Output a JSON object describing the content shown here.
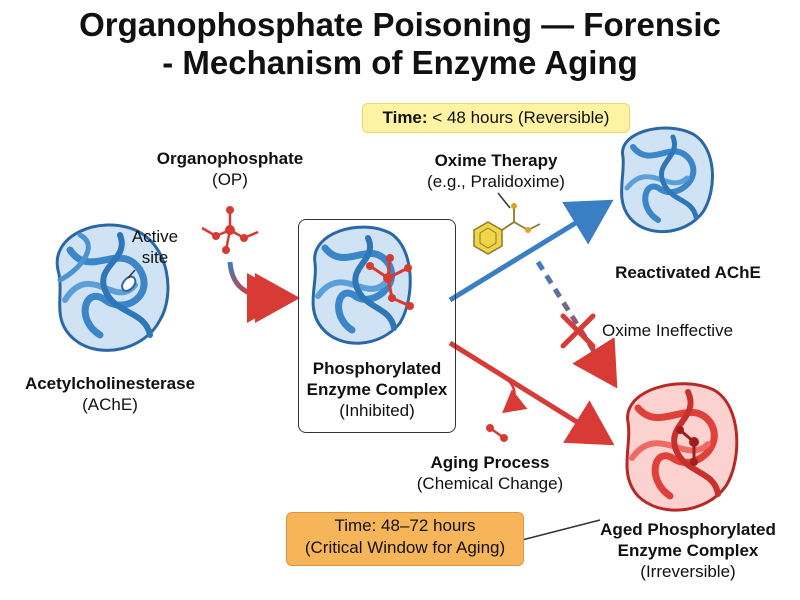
{
  "title": {
    "line1": "Organophosphate Poisoning — Forensic",
    "line2": "- Mechanism of Enzyme Aging"
  },
  "time_reversible": {
    "label": "Time:",
    "value": "< 48 hours (Reversible)"
  },
  "organophosphate": {
    "name": "Organophosphate",
    "abbr": "(OP)"
  },
  "active_site": {
    "line1": "Active",
    "line2": "site"
  },
  "oxime_therapy": {
    "name": "Oxime Therapy",
    "example": "(e.g., Pralidoxime)"
  },
  "reactivated": {
    "label": "Reactivated AChE"
  },
  "oxime_ineffective": {
    "label": "Oxime Ineffective"
  },
  "ache": {
    "name": "Acetylcholinesterase",
    "abbr": "(AChE)"
  },
  "complex": {
    "line1": "Phosphorylated",
    "line2": "Enzyme Complex",
    "state": "(Inhibited)"
  },
  "aging": {
    "name": "Aging Process",
    "desc": "(Chemical Change)"
  },
  "time_aging": {
    "line1": "Time: 48–72 hours",
    "line2": "(Critical Window for Aging)"
  },
  "aged": {
    "line1": "Aged Phosphorylated",
    "line2": "Enzyme Complex",
    "state": "(Irreversible)"
  },
  "colors": {
    "blue_protein": "#3a86c8",
    "red_protein": "#e0403a",
    "arrow_blue": "#3a7fc4",
    "arrow_red": "#d83a35",
    "molecule_red": "#d63a32",
    "benzene_yellow": "#f0d44a",
    "callout_yellow": "#fdf3a2",
    "callout_orange": "#f7b55a"
  }
}
